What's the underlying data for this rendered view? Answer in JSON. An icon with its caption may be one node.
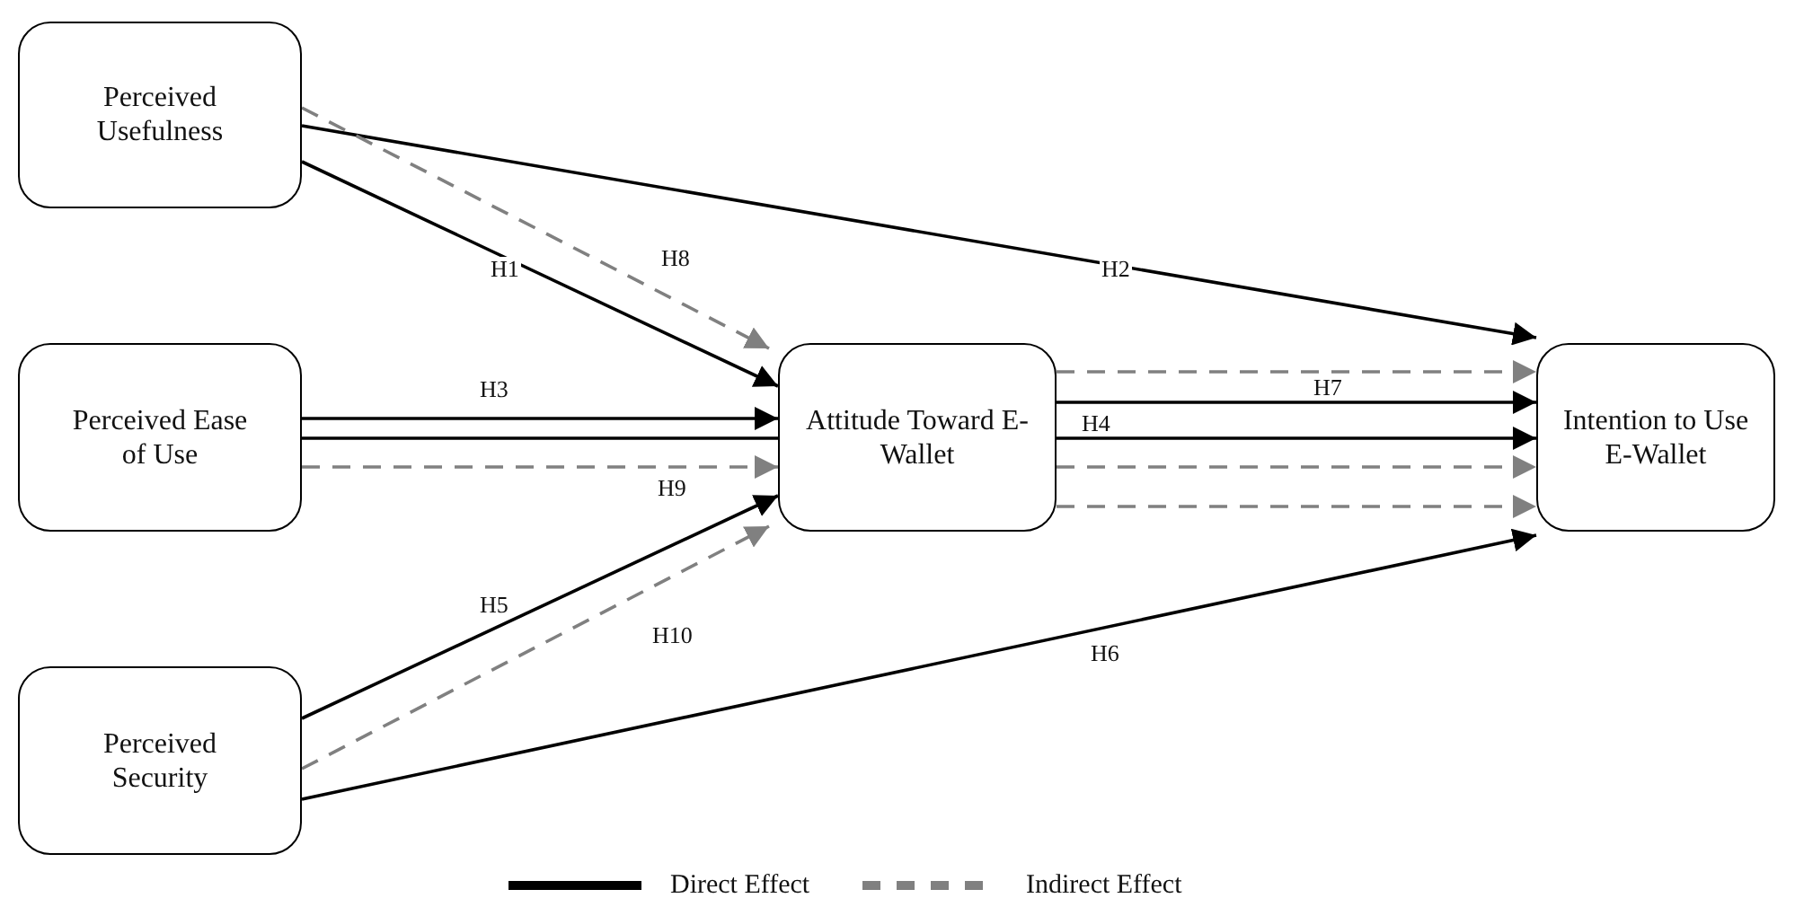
{
  "diagram": {
    "nodes": [
      {
        "text": [
          "Perceived Usefulness"
        ]
      },
      {
        "text": [
          "Perceived Ease of Use"
        ]
      },
      {
        "text": [
          "Perceived Security"
        ]
      },
      {
        "text": [
          "Attitude Toward E-Wallet"
        ]
      },
      {
        "text": [
          "Intention to Use E-Wallet"
        ]
      }
    ],
    "edges": [
      {
        "from": 0,
        "to": 4,
        "arrow": "to",
        "label": "H2"
      },
      {
        "from": 0,
        "to": 3,
        "arrow": "to",
        "label": "H1"
      },
      {
        "from": 0,
        "to": 3,
        "arrow": "to",
        "label": "H8",
        "style": "dashed",
        "color": "#808080"
      },
      {
        "from": 1,
        "to": 3,
        "arrow": "to",
        "label": "H3"
      },
      {
        "from": 1,
        "to": 3,
        "arrow": "none"
      },
      {
        "from": 1,
        "to": 3,
        "arrow": "to",
        "label": "H9",
        "style": "dashed",
        "color": "#808080"
      },
      {
        "from": 2,
        "to": 3,
        "arrow": "to",
        "label": "H5"
      },
      {
        "from": 2,
        "to": 3,
        "arrow": "to",
        "label": "H10",
        "style": "dashed",
        "color": "#808080"
      },
      {
        "from": 2,
        "to": 4,
        "arrow": "to",
        "label": "H6"
      },
      {
        "from": 3,
        "to": 4,
        "arrow": "to",
        "style": "dashed",
        "color": "#808080"
      },
      {
        "from": 3,
        "to": 4,
        "arrow": "to",
        "label": "H7"
      },
      {
        "from": 3,
        "to": 4,
        "arrow": "to",
        "label": "H4"
      },
      {
        "from": 3,
        "to": 4,
        "arrow": "to",
        "style": "dashed",
        "color": "#808080"
      },
      {
        "from": 3,
        "to": 4,
        "arrow": "to",
        "style": "dashed",
        "color": "#808080"
      }
    ],
    "legend": [
      {
        "text": "Direct Effect"
      },
      {
        "text": "Indirect Effect"
      }
    ]
  }
}
